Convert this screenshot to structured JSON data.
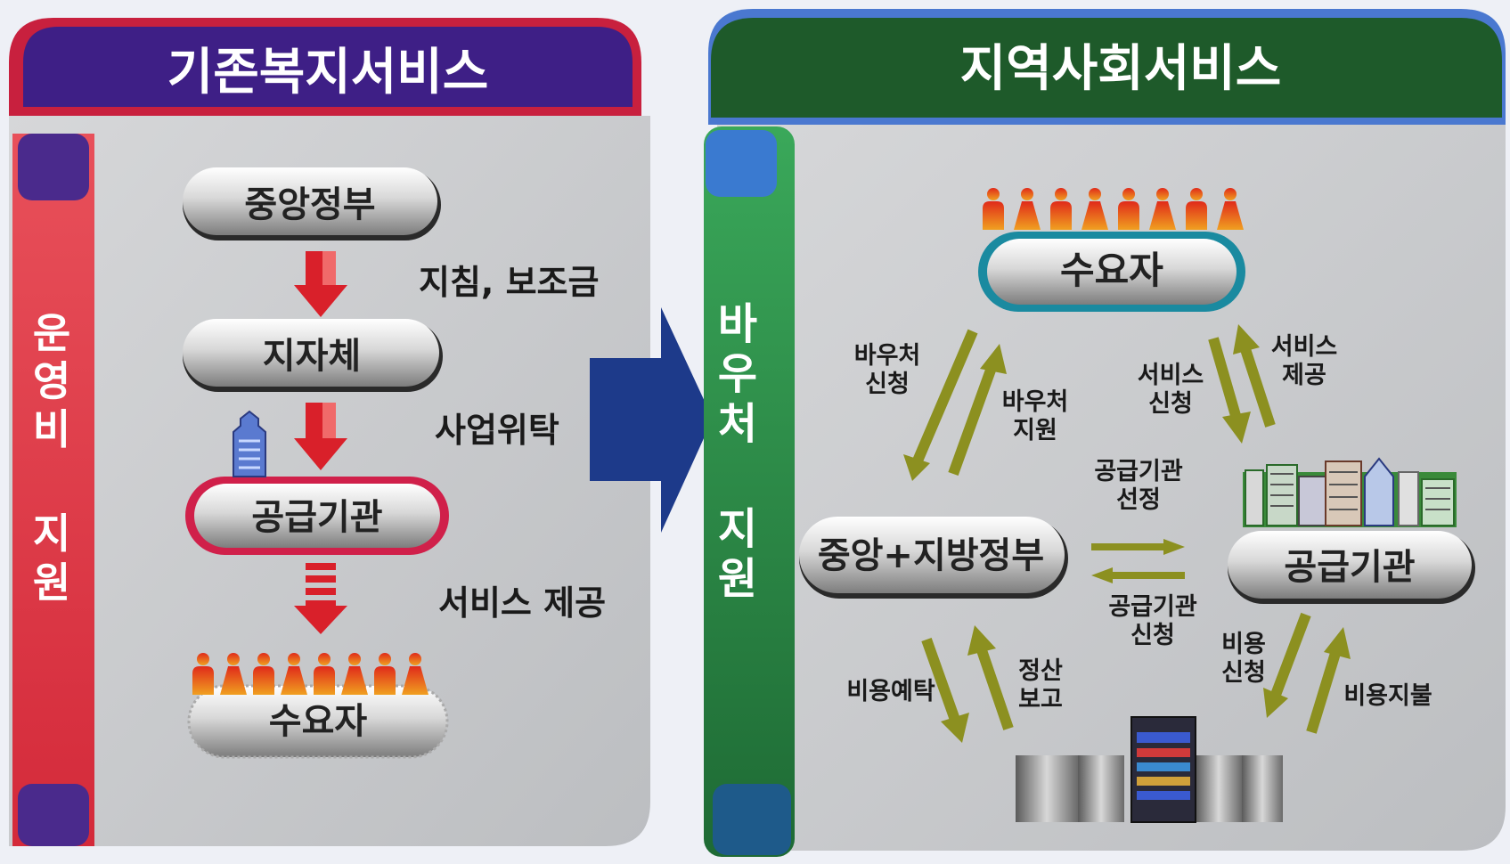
{
  "left_panel": {
    "title": "기존복지서비스",
    "side_label": [
      "운",
      "영",
      "비",
      "지",
      "원"
    ],
    "nodes": {
      "central_gov": "중앙정부",
      "local_gov": "지자체",
      "supplier": "공급기관",
      "consumer": "수요자"
    },
    "flow_labels": {
      "guidelines": "지침, 보조금",
      "consignment": "사업위탁",
      "service": "서비스 제공"
    }
  },
  "right_panel": {
    "title": "지역사회서비스",
    "side_label": [
      "바",
      "우",
      "처",
      "지",
      "원"
    ],
    "nodes": {
      "consumer": "수요자",
      "government": "중앙+지방정부",
      "supplier": "공급기관"
    },
    "flow_labels": {
      "voucher_apply": [
        "바우처",
        "신청"
      ],
      "voucher_support": [
        "바우처",
        "지원"
      ],
      "service_apply": [
        "서비스",
        "신청"
      ],
      "service_provide": [
        "서비스",
        "제공"
      ],
      "supplier_select": [
        "공급기관",
        "선정"
      ],
      "supplier_apply": [
        "공급기관",
        "신청"
      ],
      "deposit": "비용예탁",
      "settlement": [
        "정산",
        "보고"
      ],
      "cost_apply": [
        "비용",
        "신청"
      ],
      "cost_pay": "비용지불"
    }
  },
  "colors": {
    "left_header": "#3e1f86",
    "left_side_bar": "#e43a4a",
    "right_header": "#1e5a2a",
    "right_side_bar": "#2e8a4a",
    "panel_fill": "#c9cbce",
    "down_arrow": "#d9202a",
    "olive_arrow": "#8c9020",
    "big_arrow": "#1d3a8a"
  }
}
